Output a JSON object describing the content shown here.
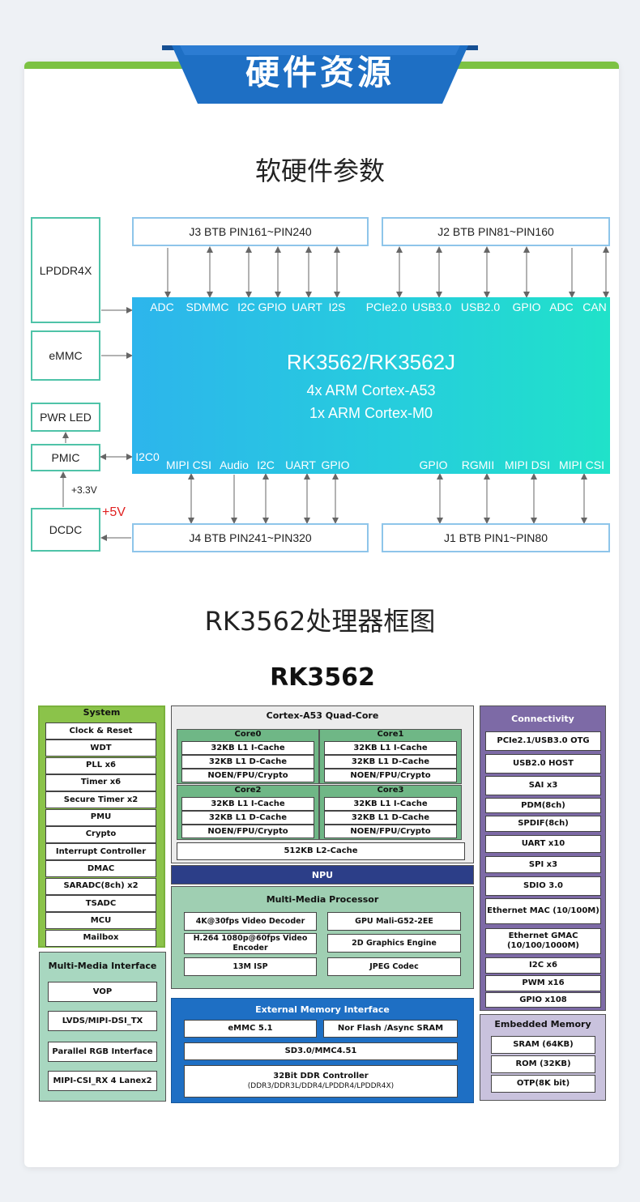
{
  "header": {
    "title": "硬件资源"
  },
  "hw_section": {
    "title": "软硬件参数",
    "left_boxes": {
      "lpddr": "LPDDR4X",
      "emmc": "eMMC",
      "pwr_led": "PWR LED",
      "pmic": "PMIC",
      "dcdc": "DCDC"
    },
    "v33": "+3.3V",
    "v5": "+5V",
    "connectors": {
      "j3": "J3 BTB PIN161~PIN240",
      "j2": "J2 BTB PIN81~PIN160",
      "j4": "J4 BTB PIN241~PIN320",
      "j1": "J1 BTB PIN1~PIN80"
    },
    "chip": {
      "name": "RK3562/RK3562J",
      "cpu1": "4x ARM Cortex-A53",
      "cpu2": "1x ARM Cortex-M0"
    },
    "top_pins": [
      "ADC",
      "SDMMC",
      "I2C",
      "GPIO",
      "UART",
      "I2S",
      "PCIe2.0",
      "USB3.0",
      "USB2.0",
      "GPIO",
      "ADC",
      "CAN"
    ],
    "bottom_pins": [
      "I2C0",
      "MIPI CSI",
      "Audio",
      "I2C",
      "UART",
      "GPIO",
      "GPIO",
      "RGMII",
      "MIPI DSI",
      "MIPI CSI"
    ]
  },
  "block_section": {
    "title": "RK3562处理器框图",
    "chip": "RK3562",
    "system": {
      "title": "System",
      "items": [
        "Clock & Reset",
        "WDT",
        "PLL x6",
        "Timer x6",
        "Secure Timer x2",
        "PMU",
        "Crypto",
        "Interrupt Controller",
        "DMAC",
        "SARADC(8ch) x2",
        "TSADC",
        "MCU",
        "Mailbox"
      ]
    },
    "mmi": {
      "title": "Multi-Media Interface",
      "items": [
        "VOP",
        "LVDS/MIPI-DSI_TX",
        "Parallel RGB Interface",
        "MIPI-CSI_RX 4 Lanex2"
      ]
    },
    "cpu": {
      "title": "Cortex-A53 Quad-Core",
      "cores": [
        {
          "name": "Core0",
          "items": [
            "32KB L1 I-Cache",
            "32KB L1 D-Cache",
            "NOEN/FPU/Crypto"
          ]
        },
        {
          "name": "Core1",
          "items": [
            "32KB L1 I-Cache",
            "32KB L1 D-Cache",
            "NOEN/FPU/Crypto"
          ]
        },
        {
          "name": "Core2",
          "items": [
            "32KB L1 I-Cache",
            "32KB L1 D-Cache",
            "NOEN/FPU/Crypto"
          ]
        },
        {
          "name": "Core3",
          "items": [
            "32KB L1 I-Cache",
            "32KB L1 D-Cache",
            "NOEN/FPU/Crypto"
          ]
        }
      ],
      "l2": "512KB L2-Cache"
    },
    "npu": "NPU",
    "mmp": {
      "title": "Multi-Media Processor",
      "items": [
        "4K@30fps Video  Decoder",
        "GPU Mali-G52-2EE",
        "H.264 1080p@60fps Video  Encoder",
        "2D Graphics Engine",
        "13M ISP",
        "JPEG Codec"
      ]
    },
    "emi": {
      "title": "External Memory Interface",
      "emmc": "eMMC 5.1",
      "nor": "Nor Flash /Async SRAM",
      "sd": "SD3.0/MMC4.51",
      "ddr": "32Bit DDR Controller",
      "ddr_sub": "(DDR3/DDR3L/DDR4/LPDDR4/LPDDR4X)"
    },
    "conn": {
      "title": "Connectivity",
      "items": [
        "PCIe2.1/USB3.0 OTG",
        "USB2.0 HOST",
        "SAI x3",
        "PDM(8ch)",
        "SPDIF(8ch)",
        "UART x10",
        "SPI x3",
        "SDIO 3.0",
        "Ethernet MAC (10/100M)",
        "Ethernet GMAC (10/100/1000M)",
        "I2C x6",
        "PWM x16",
        "GPIO x108"
      ]
    },
    "emem": {
      "title": "Embedded Memory",
      "items": [
        "SRAM (64KB)",
        "ROM (32KB)",
        "OTP(8K bit)"
      ]
    }
  },
  "colors": {
    "accent_green": "#7cc243",
    "banner_blue": "#1e6fc4",
    "chip_gradient_start": "#2db5ec",
    "chip_gradient_end": "#20e2c9",
    "v5_red": "#e02020"
  }
}
